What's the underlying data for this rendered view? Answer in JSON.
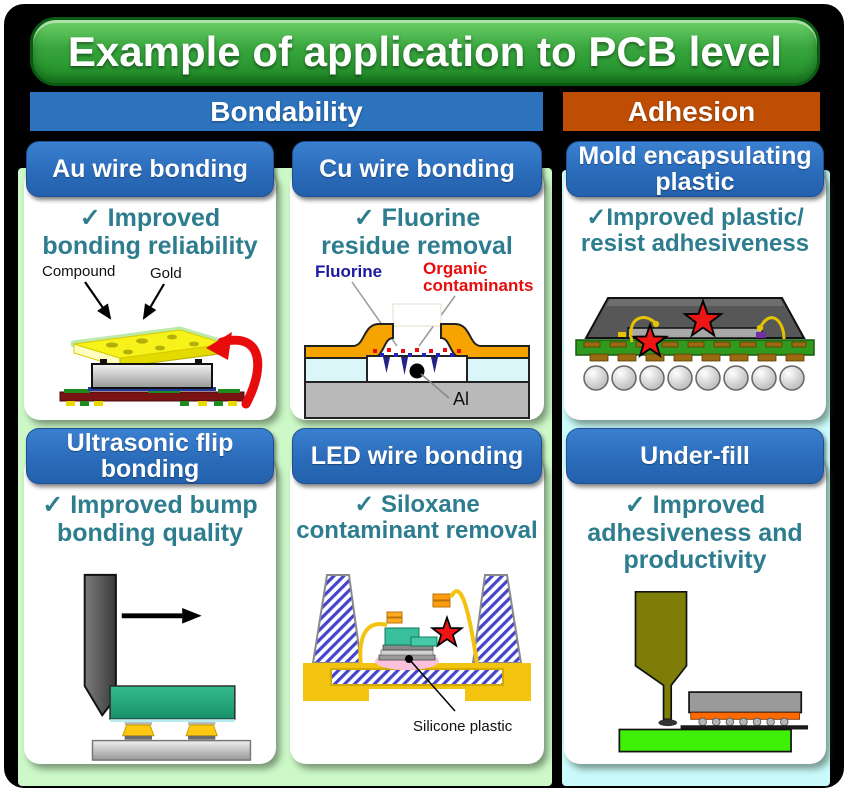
{
  "title": "Example of application to PCB level",
  "sections": {
    "bondability": {
      "label": "Bondability",
      "color": "#2c72bd",
      "bg": "#cdf8c8"
    },
    "adhesion": {
      "label": "Adhesion",
      "color": "#bf4d04",
      "bg": "#c9fbfa"
    }
  },
  "panels": {
    "au_wire": {
      "title": "Au wire bonding",
      "benefit": "✓ Improved\nbonding reliability",
      "labels": {
        "compound": "Compound",
        "gold": "Gold"
      }
    },
    "cu_wire": {
      "title": "Cu wire bonding",
      "benefit": "✓ Fluorine\nresidue removal",
      "labels": {
        "fluorine": "Fluorine",
        "organic_line1": "Organic",
        "organic_line2": "contaminants",
        "al": "Al"
      }
    },
    "mold": {
      "title": "Mold encapsulating\nplastic",
      "benefit": "✓Improved plastic/\nresist adhesiveness"
    },
    "ultrasonic": {
      "title": "Ultrasonic flip\nbonding",
      "benefit": "✓ Improved bump\nbonding quality"
    },
    "led": {
      "title": "LED wire bonding",
      "benefit": "✓ Siloxane\ncontaminant removal",
      "labels": {
        "silicone": "Silicone plastic"
      }
    },
    "underfill": {
      "title": "Under-fill",
      "benefit": "✓ Improved\nadhesiveness and\nproductivity"
    }
  },
  "colors": {
    "title_green": "#38a53d",
    "header_blue": "#2a6cba",
    "benefit_teal": "#2d7d8f",
    "label_blue": "#1a1aa0",
    "label_red": "#e80c0c",
    "star_red": "#ee1515",
    "frame_black": "#000000"
  }
}
